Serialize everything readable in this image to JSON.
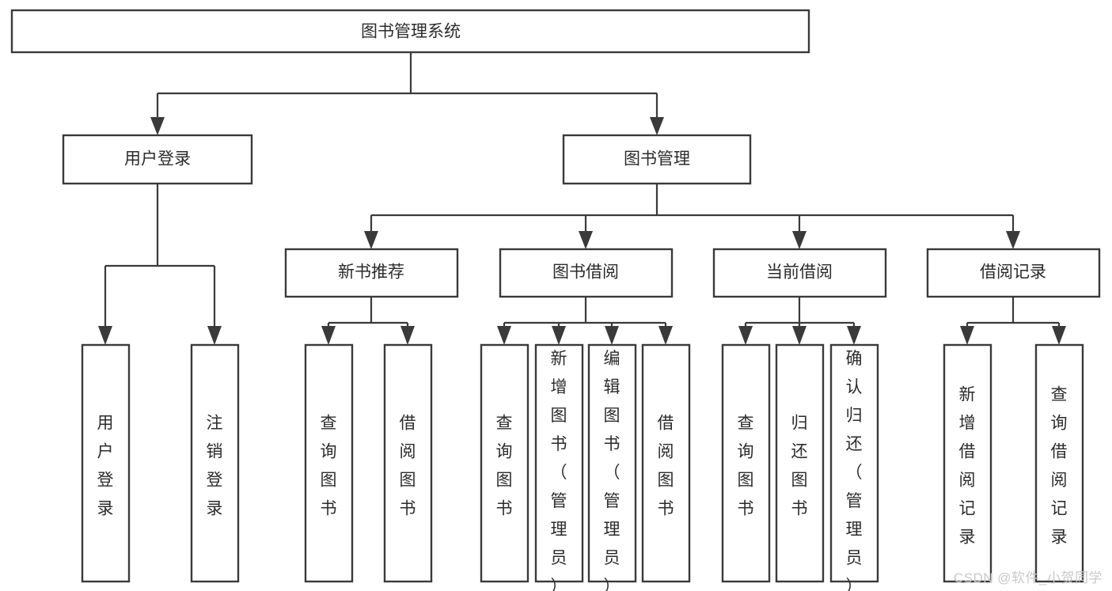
{
  "diagram": {
    "title": "图书管理系统",
    "type": "tree",
    "orientation": "top-down",
    "watermark": "CSDN @软件_小贺同学",
    "colors": {
      "background": "#ffffff",
      "box_stroke": "#3a3a3a",
      "box_fill": "#ffffff",
      "text": "#2b2b2b",
      "connector": "#3a3a3a",
      "watermark": "#c9c9c9"
    },
    "levels": [
      {
        "level": 0,
        "nodes": [
          {
            "id": "root",
            "label": "图书管理系统",
            "orientation": "horizontal"
          }
        ]
      },
      {
        "level": 1,
        "nodes": [
          {
            "id": "login",
            "label": "用户登录",
            "orientation": "horizontal",
            "parent": "root"
          },
          {
            "id": "bookmgmt",
            "label": "图书管理",
            "orientation": "horizontal",
            "parent": "root"
          }
        ]
      },
      {
        "level": 2,
        "nodes": [
          {
            "id": "newbook",
            "label": "新书推荐",
            "orientation": "horizontal",
            "parent": "bookmgmt"
          },
          {
            "id": "borrow",
            "label": "图书借阅",
            "orientation": "horizontal",
            "parent": "bookmgmt"
          },
          {
            "id": "current",
            "label": "当前借阅",
            "orientation": "horizontal",
            "parent": "bookmgmt"
          },
          {
            "id": "records",
            "label": "借阅记录",
            "orientation": "horizontal",
            "parent": "bookmgmt"
          }
        ]
      },
      {
        "level": 3,
        "nodes": [
          {
            "id": "leaf1",
            "label": "用户登录",
            "orientation": "vertical",
            "parent": "login"
          },
          {
            "id": "leaf2",
            "label": "注销登录",
            "orientation": "vertical",
            "parent": "login"
          },
          {
            "id": "leaf3",
            "label": "查询图书",
            "orientation": "vertical",
            "parent": "newbook"
          },
          {
            "id": "leaf4",
            "label": "借阅图书",
            "orientation": "vertical",
            "parent": "newbook"
          },
          {
            "id": "leaf5",
            "label": "查询图书",
            "orientation": "vertical",
            "parent": "borrow"
          },
          {
            "id": "leaf6",
            "label": "新增图书（管理员）",
            "orientation": "vertical",
            "parent": "borrow"
          },
          {
            "id": "leaf7",
            "label": "编辑图书（管理员）",
            "orientation": "vertical",
            "parent": "borrow"
          },
          {
            "id": "leaf8",
            "label": "借阅图书",
            "orientation": "vertical",
            "parent": "borrow"
          },
          {
            "id": "leaf9",
            "label": "查询图书",
            "orientation": "vertical",
            "parent": "current"
          },
          {
            "id": "leaf10",
            "label": "归还图书",
            "orientation": "vertical",
            "parent": "current"
          },
          {
            "id": "leaf11",
            "label": "确认归还（管理员）",
            "orientation": "vertical",
            "parent": "current"
          },
          {
            "id": "leaf12",
            "label": "新增借阅记录",
            "orientation": "vertical",
            "parent": "records"
          },
          {
            "id": "leaf13",
            "label": "查询借阅记录",
            "orientation": "vertical",
            "parent": "records"
          }
        ]
      }
    ]
  }
}
